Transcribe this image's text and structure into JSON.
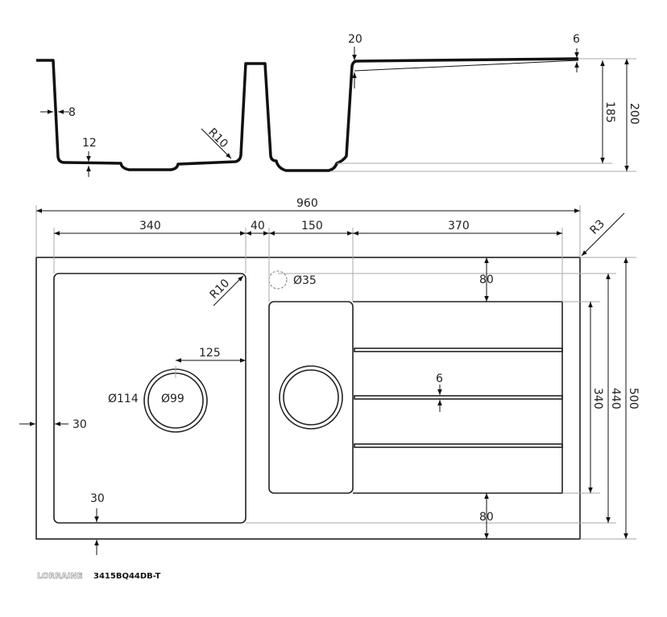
{
  "profile": {
    "wall_thickness": "8",
    "bottom_thickness": "12",
    "radius": "R10",
    "rim": "20",
    "drainer_edge": "6",
    "depth_inner": "185",
    "depth_total": "200"
  },
  "plan": {
    "total_width": "960",
    "main_bowl_width": "340",
    "divider": "40",
    "second_bowl_width": "150",
    "drainer_width": "370",
    "corner_radius": "R3",
    "bowl_radius": "R10",
    "tap_hole": "Ø35",
    "front_margin_top": "80",
    "front_margin_bottom": "80",
    "waste_offset": "125",
    "waste_outer": "Ø114",
    "waste_inner": "Ø99",
    "left_margin": "30",
    "bottom_margin": "30",
    "groove": "6",
    "bowl_depth_dim": "340",
    "inner_depth_dim": "440",
    "total_depth": "500"
  },
  "brand": {
    "logo": "LORRAINE",
    "model": "3415BQ44DB-T"
  }
}
